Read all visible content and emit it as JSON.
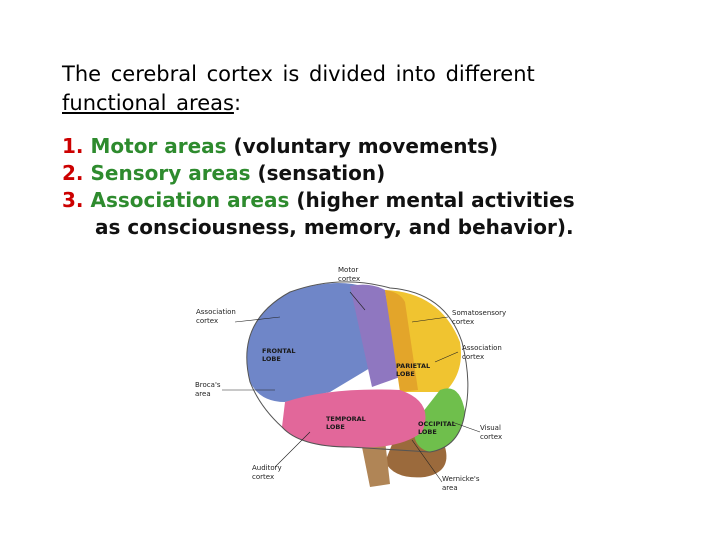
{
  "intro": {
    "line1": "The cerebral cortex is divided into different",
    "line2_underlined": "functional areas",
    "line2_suffix": ":"
  },
  "areas": [
    {
      "number": "1.",
      "name": "Motor areas",
      "detail": " (voluntary movements)"
    },
    {
      "number": "2.",
      "name": "Sensory areas",
      "detail": " (sensation)"
    },
    {
      "number": "3.",
      "name": "Association areas",
      "detail": " (higher mental activities",
      "detail_cont": "as consciousness, memory, and behavior)."
    }
  ],
  "figure": {
    "labels": {
      "motor_cortex_1": "Motor",
      "motor_cortex_2": "cortex",
      "association_cortex_1": "Association",
      "association_cortex_2": "cortex",
      "somatosensory_1": "Somatosensory",
      "somatosensory_2": "cortex",
      "association_cortex_r1": "Association",
      "association_cortex_r2": "cortex",
      "brocas_1": "Broca's",
      "brocas_2": "area",
      "visual_1": "Visual",
      "visual_2": "cortex",
      "auditory_1": "Auditory",
      "auditory_2": "cortex",
      "wernickes_1": "Wernicke's",
      "wernickes_2": "area"
    },
    "lobes": {
      "frontal_1": "FRONTAL",
      "frontal_2": "LOBE",
      "parietal_1": "PARIETAL",
      "parietal_2": "LOBE",
      "temporal_1": "TEMPORAL",
      "temporal_2": "LOBE",
      "occipital_1": "OCCIPITAL",
      "occipital_2": "LOBE"
    },
    "colors": {
      "frontal": "#6f86c8",
      "motor": "#8f77c0",
      "parietal": "#f0c430",
      "sensory": "#e3a52a",
      "temporal": "#e2679a",
      "occipital": "#6fbf4c",
      "cerebellum": "#9b6a3c",
      "brainstem": "#b08556"
    }
  }
}
